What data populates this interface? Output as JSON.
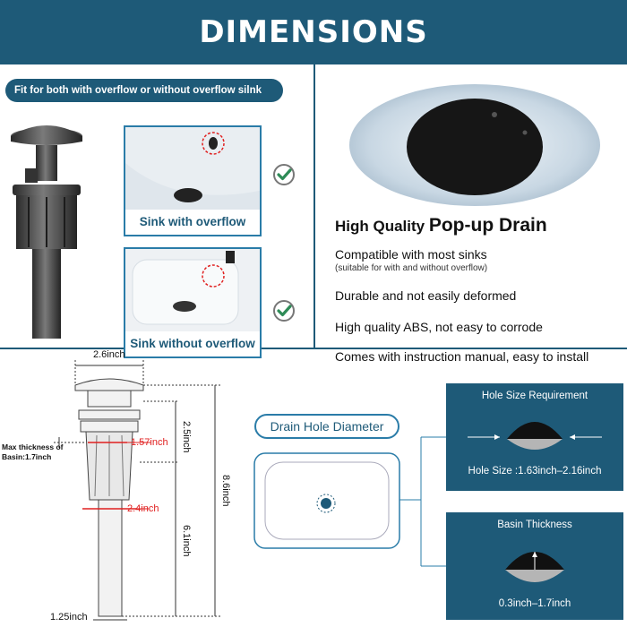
{
  "header": {
    "title": "DIMENSIONS"
  },
  "colors": {
    "brand": "#1e5a78",
    "accent": "#2a7ca8",
    "red": "#e02020",
    "check": "#2e8b57"
  },
  "left": {
    "banner": "Fit for both with overflow or without overflow silnk",
    "sink_overflow_label": "Sink with overflow",
    "sink_no_overflow_label": "Sink without overflow",
    "check_icon": "check-circle-icon"
  },
  "right": {
    "title_a": "High Quality ",
    "title_b": "Pop-up Drain",
    "features": [
      "Compatible with most sinks",
      "Durable and not easily deformed",
      "High quality ABS, not easy to corrode",
      "Comes with instruction manual, easy to install"
    ],
    "feature_sub": "(suitable for with and without overflow)"
  },
  "dimensions": {
    "top_width": "2.6inch",
    "neck_width": "1.57inch",
    "body_width": "2.4inch",
    "bottom_width": "1.25inch",
    "head_height": "2.5inch",
    "body_height": "6.1inch",
    "total_height": "8.6inch",
    "basin_note": "Max thickness of Basin:1.7inch"
  },
  "hole": {
    "pill_label": "Drain Hole Diameter",
    "req_title": "Hole Size Requirement",
    "req_value": "Hole Size :1.63inch–2.16inch",
    "basin_title": "Basin Thickness",
    "basin_value": "0.3inch–1.7inch"
  }
}
